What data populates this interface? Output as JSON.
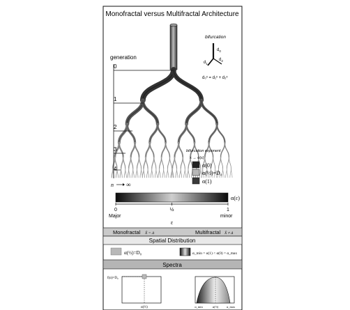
{
  "title": "Monofractal versus Multifractal Architecture",
  "tree": {
    "generation_label": "generation",
    "generations": [
      "0",
      "1",
      "2",
      "3",
      "4"
    ],
    "n_label": "n",
    "infinity": "∞"
  },
  "bifurcation": {
    "label": "bifurcation",
    "d0": "d",
    "d0_sub": "0",
    "d1": "d",
    "d1_sub": "1",
    "d2": "d",
    "d2_sub": "2",
    "law": "d₀ˣ = d₁ˣ + d₂ˣ"
  },
  "exponent": {
    "label": "bifurcation exponent",
    "axis": "x → α(ε)",
    "items": [
      {
        "label": "α(0)",
        "color": "#222222"
      },
      {
        "label": "α(½)=D₀",
        "color": "#b8b8b8"
      },
      {
        "label": "α(1)",
        "color": "#3a3a3a"
      }
    ]
  },
  "colorbar": {
    "alpha_label": "α(ε)",
    "ticks": [
      "0",
      "½",
      "1"
    ],
    "left_label": "Major",
    "right_label": "minor",
    "epsilon": "ε"
  },
  "mono_multi": {
    "mono": "Monofractal",
    "mono_expr": "X̄ = Δ",
    "multi": "Multifractal",
    "multi_expr": "X̄ ≠ Δ"
  },
  "spatial": {
    "header": "Spatial Distribution",
    "mono_text": "α(½)=D₀",
    "multi_text": "α_min = α(1) < α(0) = α_max"
  },
  "spectra": {
    "header": "Spectra",
    "left_ylabel": "f(α)=D₀",
    "left_xlabel": "α(½)",
    "right_xlabels": [
      "α_min",
      "α(½)",
      "α_max"
    ]
  }
}
